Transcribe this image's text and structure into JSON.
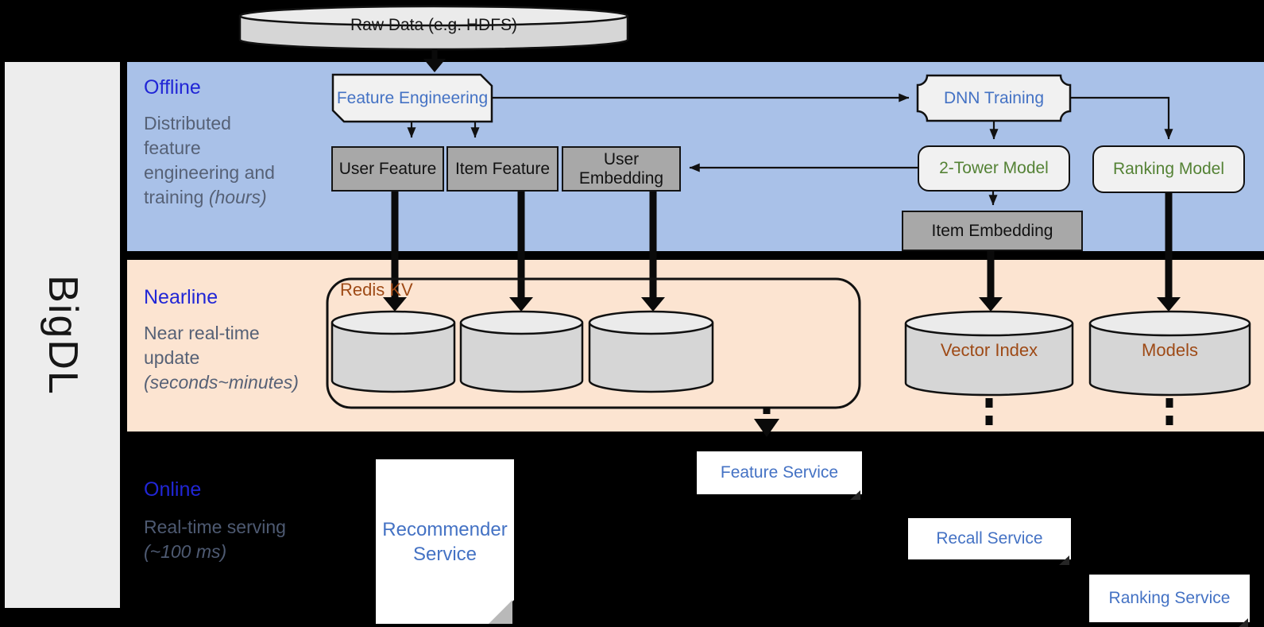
{
  "brand": "BigDL",
  "raw_data_store": "Raw Data (e.g. HDFS)",
  "offline": {
    "title": "Offline",
    "description": "Distributed feature engineering and training",
    "duration": "(hours)",
    "feature_engineering": "Feature Engineering",
    "user_feature": "User Feature",
    "item_feature": "Item Feature",
    "user_embedding": "User Embedding",
    "dnn_training": "DNN Training",
    "two_tower_model": "2-Tower Model",
    "ranking_model": "Ranking Model",
    "item_embedding": "Item Embedding"
  },
  "nearline": {
    "title": "Nearline",
    "description": "Near real-time update",
    "duration": "(seconds~minutes)",
    "redis_kv": "Redis KV",
    "vector_index": "Vector Index",
    "models": "Models"
  },
  "online": {
    "title": "Online",
    "description": "Real-time serving",
    "duration": "(~100 ms)",
    "recommender_service": "Recommender Service",
    "feature_service": "Feature Service",
    "recall_service": "Recall Service",
    "ranking_service": "Ranking Service"
  },
  "colors": {
    "background": "#000000",
    "offline_band": "#a9c1e8",
    "nearline_band": "#fce4d1",
    "section_title_blue": "#2126d6",
    "body_gray": "#566176",
    "node_text_blue": "#4472c4",
    "node_text_green": "#548235",
    "store_text_brown": "#9e4a16",
    "gray_box_fill": "#a8a8a8",
    "light_shape_fill": "#f1f1f1",
    "cylinder_fill": "#d6d6d6"
  }
}
